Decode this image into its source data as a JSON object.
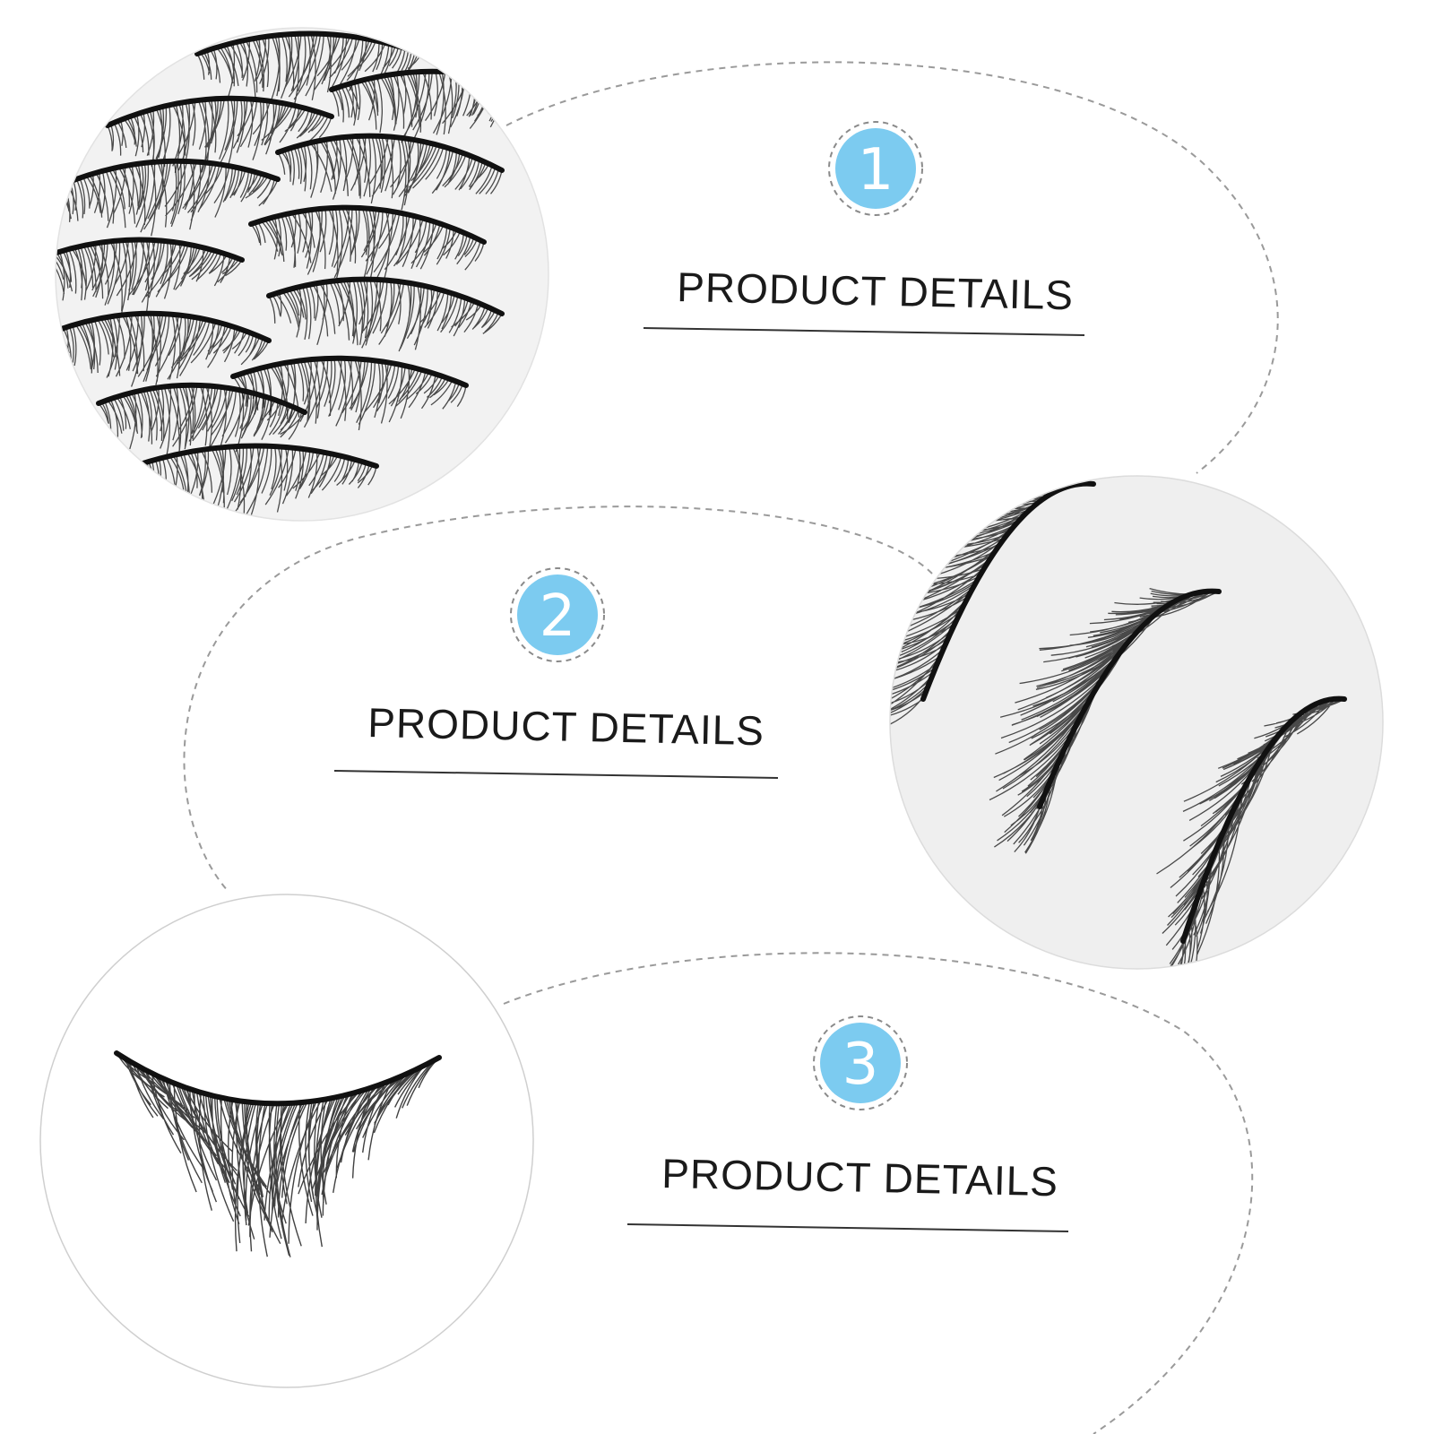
{
  "sections": [
    {
      "number": "1",
      "title": "PRODUCT DETAILS"
    },
    {
      "number": "2",
      "title": "PRODUCT DETAILS"
    },
    {
      "number": "3",
      "title": "PRODUCT DETAILS"
    }
  ],
  "colors": {
    "badge": "#7ccbf0",
    "badge_ring": "#8a8a8a",
    "dashed_line": "#9a9a9a",
    "rule": "#333333",
    "lash": "#111111"
  },
  "images": [
    {
      "name": "lash-tray-photo",
      "subject": "many strips of false eyelashes arranged in a tray"
    },
    {
      "name": "lash-closeup-photo",
      "subject": "close-up of three strips of false eyelashes"
    },
    {
      "name": "single-lash-photo",
      "subject": "a single strip of false eyelashes"
    }
  ]
}
